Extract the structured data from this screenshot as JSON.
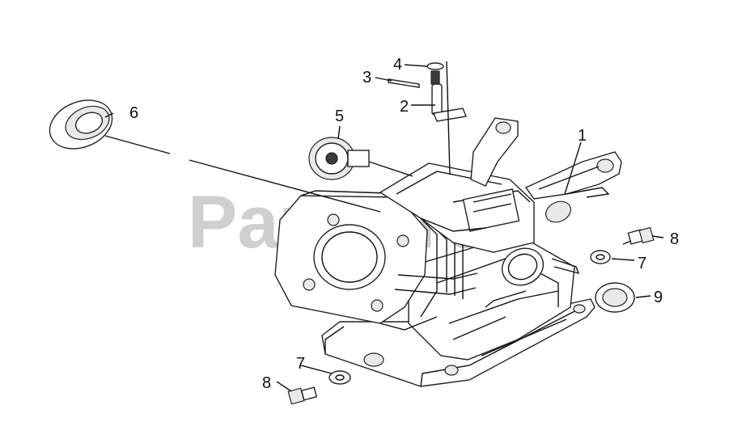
{
  "watermark": "PartsTree",
  "callouts": [
    {
      "id": "c1",
      "label": "1"
    },
    {
      "id": "c2",
      "label": "2"
    },
    {
      "id": "c3",
      "label": "3"
    },
    {
      "id": "c4",
      "label": "4"
    },
    {
      "id": "c5",
      "label": "5"
    },
    {
      "id": "c6",
      "label": "6"
    },
    {
      "id": "c7a",
      "label": "7"
    },
    {
      "id": "c7b",
      "label": "7"
    },
    {
      "id": "c8a",
      "label": "8"
    },
    {
      "id": "c8b",
      "label": "8"
    },
    {
      "id": "c9",
      "label": "9"
    }
  ],
  "colors": {
    "line": "#111111",
    "watermark": "#cfcfcf",
    "background": "#ffffff"
  }
}
